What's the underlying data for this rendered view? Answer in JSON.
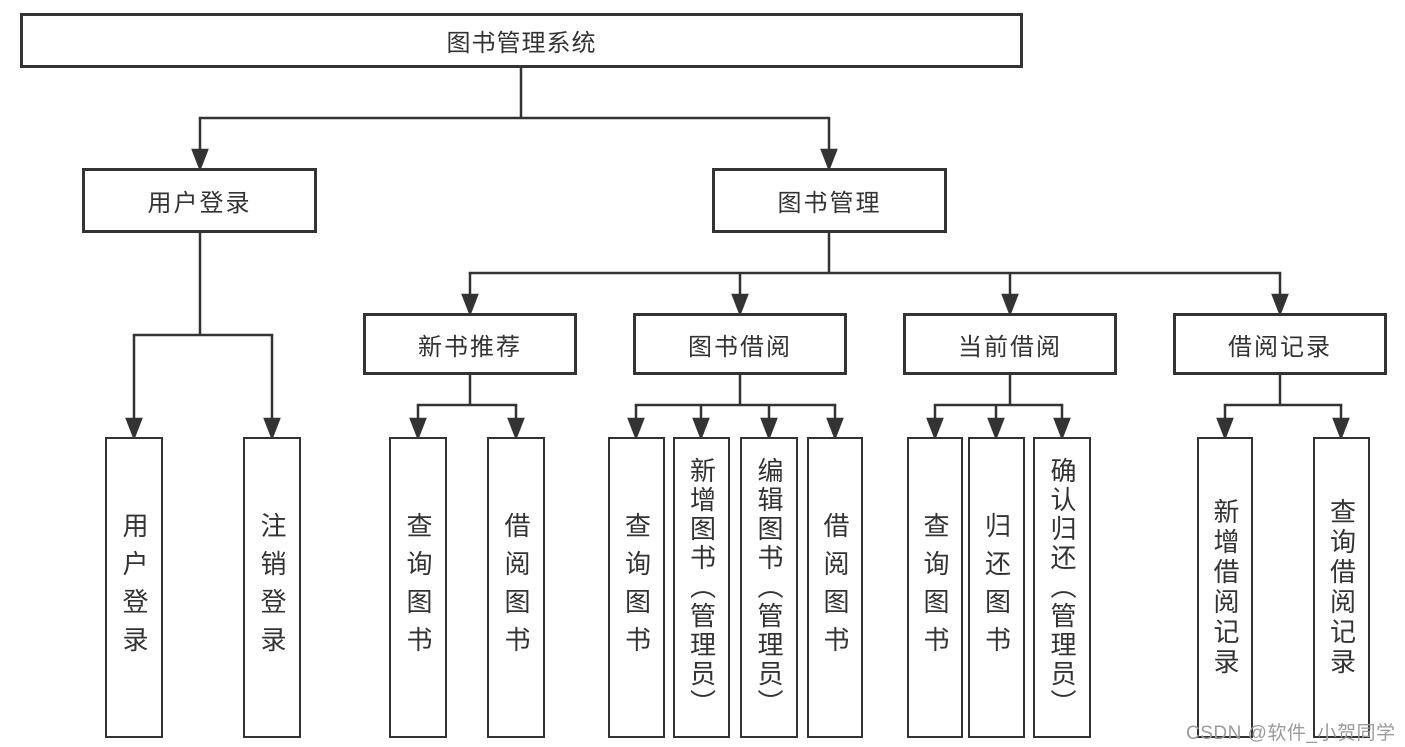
{
  "diagram": {
    "title_node": {
      "label": "图书管理系统"
    },
    "level2": [
      {
        "id": "user-login",
        "label": "用户登录"
      },
      {
        "id": "book-management",
        "label": "图书管理"
      }
    ],
    "level3": [
      {
        "id": "new-book-recommend",
        "label": "新书推荐",
        "parent": "图书管理"
      },
      {
        "id": "book-borrowing",
        "label": "图书借阅",
        "parent": "图书管理"
      },
      {
        "id": "current-borrowing",
        "label": "当前借阅",
        "parent": "图书管理"
      },
      {
        "id": "borrowing-records",
        "label": "借阅记录",
        "parent": "图书管理"
      }
    ],
    "leaves": [
      {
        "label": "用户登录",
        "parent": "用户登录"
      },
      {
        "label": "注销登录",
        "parent": "用户登录"
      },
      {
        "label": "查询图书",
        "parent": "新书推荐"
      },
      {
        "label": "借阅图书",
        "parent": "新书推荐"
      },
      {
        "label": "查询图书",
        "parent": "图书借阅"
      },
      {
        "label": "新增图书（管理员）",
        "parent": "图书借阅"
      },
      {
        "label": "编辑图书（管理员）",
        "parent": "图书借阅"
      },
      {
        "label": "借阅图书",
        "parent": "图书借阅"
      },
      {
        "label": "查询图书",
        "parent": "当前借阅"
      },
      {
        "label": "归还图书",
        "parent": "当前借阅"
      },
      {
        "label": "确认归还（管理员）",
        "parent": "当前借阅"
      },
      {
        "label": "新增借阅记录",
        "parent": "借阅记录"
      },
      {
        "label": "查询借阅记录",
        "parent": "借阅记录"
      }
    ],
    "colors": {
      "line": "#333333",
      "box_border": "#333333",
      "text": "#333333",
      "background": "#ffffff",
      "watermark": "#9b9b9b"
    }
  },
  "watermark": {
    "text": "CSDN @软件_小贺同学"
  }
}
